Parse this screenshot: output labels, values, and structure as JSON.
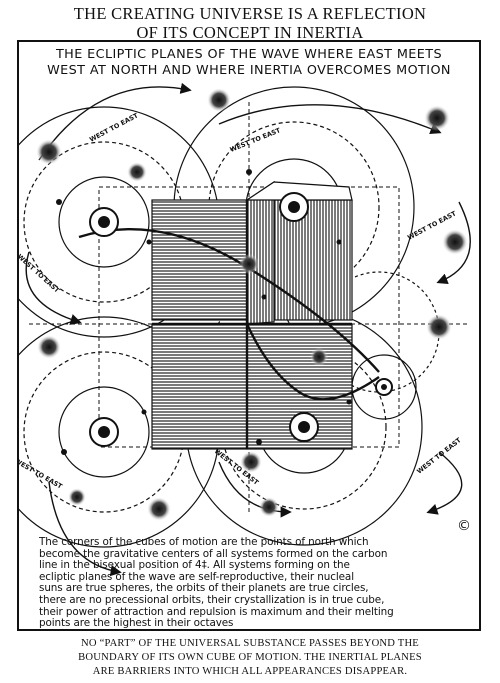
{
  "title": {
    "line1": "THE CREATING UNIVERSE IS A REFLECTION",
    "line2": "OF ITS CONCEPT IN INERTIA"
  },
  "subtitle": {
    "line1": "THE ECLIPTIC PLANES OF THE WAVE WHERE EAST MEETS",
    "line2": "WEST AT NORTH AND WHERE INERTIA OVERCOMES MOTION"
  },
  "arrow_label": "WEST TO EAST",
  "copyright_symbol": "©",
  "caption": {
    "lines": [
      "The corners of the cubes of motion are the points of north which",
      "become the gravitative centers of all systems formed on the carbon",
      "line in the bisexual position of 4‡.  All systems forming on the",
      "ecliptic planes of the wave are self-reproductive, their nucleal",
      "suns are true spheres, the orbits of their planets are true circles,",
      "there are no precessional orbits, their crystallization is in true cube,",
      "their power of attraction and repulsion is maximum and their melting",
      "points are the highest in their octaves"
    ]
  },
  "footer": {
    "lines": [
      "NO “PART” OF THE UNIVERSAL SUBSTANCE PASSES BEYOND THE",
      "BOUNDARY OF ITS OWN CUBE OF MOTION.  THE INERTIAL PLANES",
      "ARE BARRIERS INTO WHICH ALL APPEARANCES DISAPPEAR."
    ]
  }
}
